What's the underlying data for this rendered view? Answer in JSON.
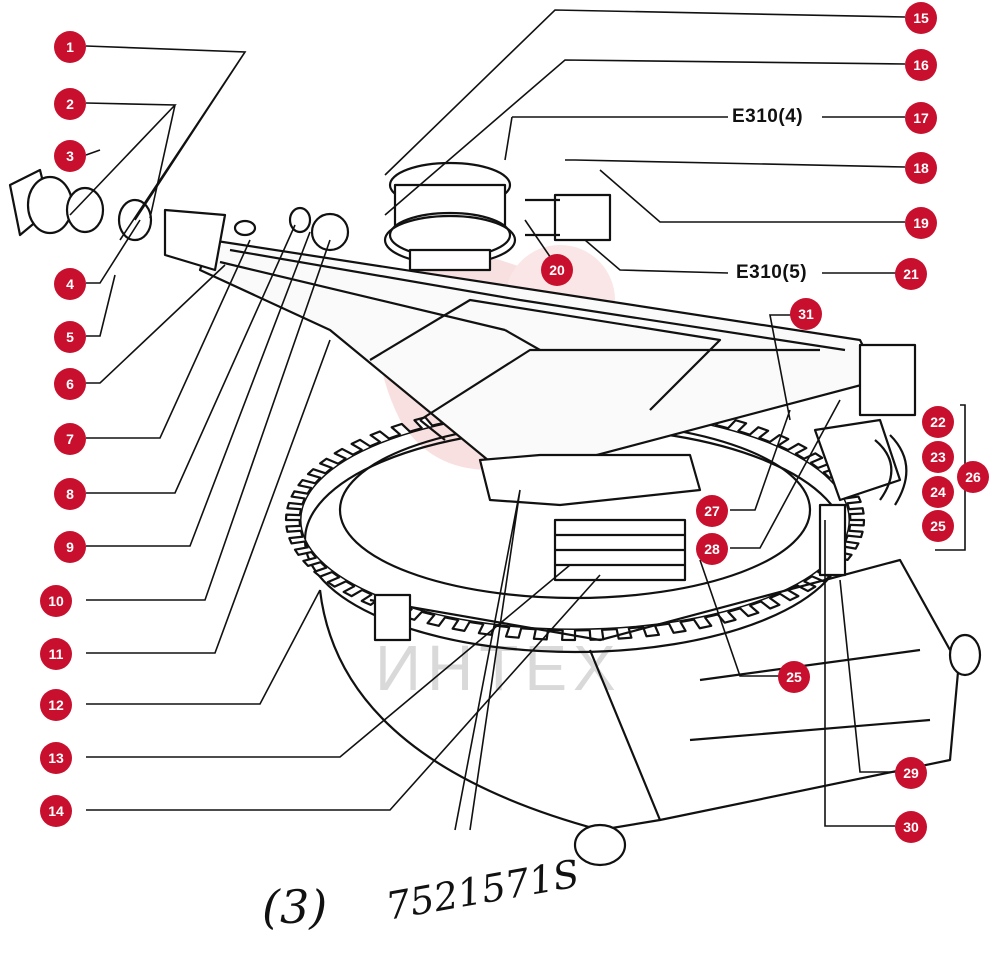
{
  "callouts": [
    {
      "id": "1",
      "label": "1"
    },
    {
      "id": "2",
      "label": "2"
    },
    {
      "id": "3",
      "label": "3"
    },
    {
      "id": "4",
      "label": "4"
    },
    {
      "id": "5",
      "label": "5"
    },
    {
      "id": "6",
      "label": "6"
    },
    {
      "id": "7",
      "label": "7"
    },
    {
      "id": "8",
      "label": "8"
    },
    {
      "id": "9",
      "label": "9"
    },
    {
      "id": "10",
      "label": "10"
    },
    {
      "id": "11",
      "label": "11"
    },
    {
      "id": "12",
      "label": "12"
    },
    {
      "id": "13",
      "label": "13"
    },
    {
      "id": "14",
      "label": "14"
    },
    {
      "id": "15",
      "label": "15"
    },
    {
      "id": "16",
      "label": "16"
    },
    {
      "id": "17",
      "label": "17"
    },
    {
      "id": "18",
      "label": "18"
    },
    {
      "id": "19",
      "label": "19"
    },
    {
      "id": "20",
      "label": "20"
    },
    {
      "id": "21",
      "label": "21"
    },
    {
      "id": "22",
      "label": "22"
    },
    {
      "id": "23",
      "label": "23"
    },
    {
      "id": "24",
      "label": "24"
    },
    {
      "id": "25a",
      "label": "25"
    },
    {
      "id": "25b",
      "label": "25"
    },
    {
      "id": "26",
      "label": "26"
    },
    {
      "id": "27",
      "label": "27"
    },
    {
      "id": "28",
      "label": "28"
    },
    {
      "id": "29",
      "label": "29"
    },
    {
      "id": "30",
      "label": "30"
    },
    {
      "id": "31",
      "label": "31"
    }
  ],
  "part_codes": {
    "code_17": "E310(4)",
    "code_21": "E310(5)"
  },
  "handwritten": {
    "index": "(3)",
    "number": "7521571S"
  },
  "watermark": {
    "text": "ИНТЕХ"
  },
  "colors": {
    "callout_fill": "#c8102e",
    "line": "#111111",
    "watermark": "#f2c4c4"
  }
}
